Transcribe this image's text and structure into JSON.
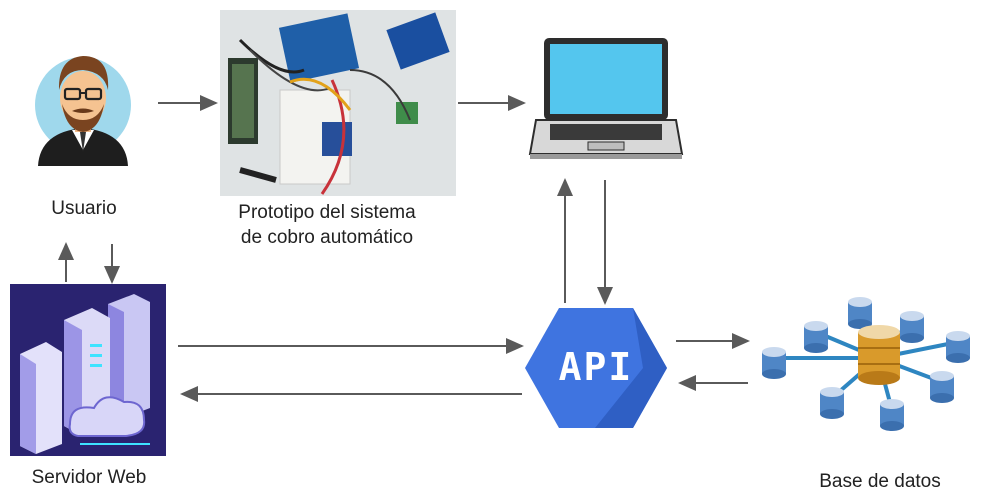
{
  "nodes": {
    "user": {
      "label": "Usuario"
    },
    "prototype": {
      "label_line1": "Prototipo del sistema",
      "label_line2": "de cobro automático"
    },
    "laptop": {
      "label": ""
    },
    "server": {
      "label": "Servidor Web"
    },
    "api": {
      "label": "API"
    },
    "database": {
      "label": "Base de datos"
    }
  },
  "colors": {
    "arrow": "#5a5a5a",
    "api_blue": "#3f74e0",
    "server_bg": "#2a2370",
    "db_blue": "#4f86c6",
    "db_gold": "#d99a2b"
  }
}
